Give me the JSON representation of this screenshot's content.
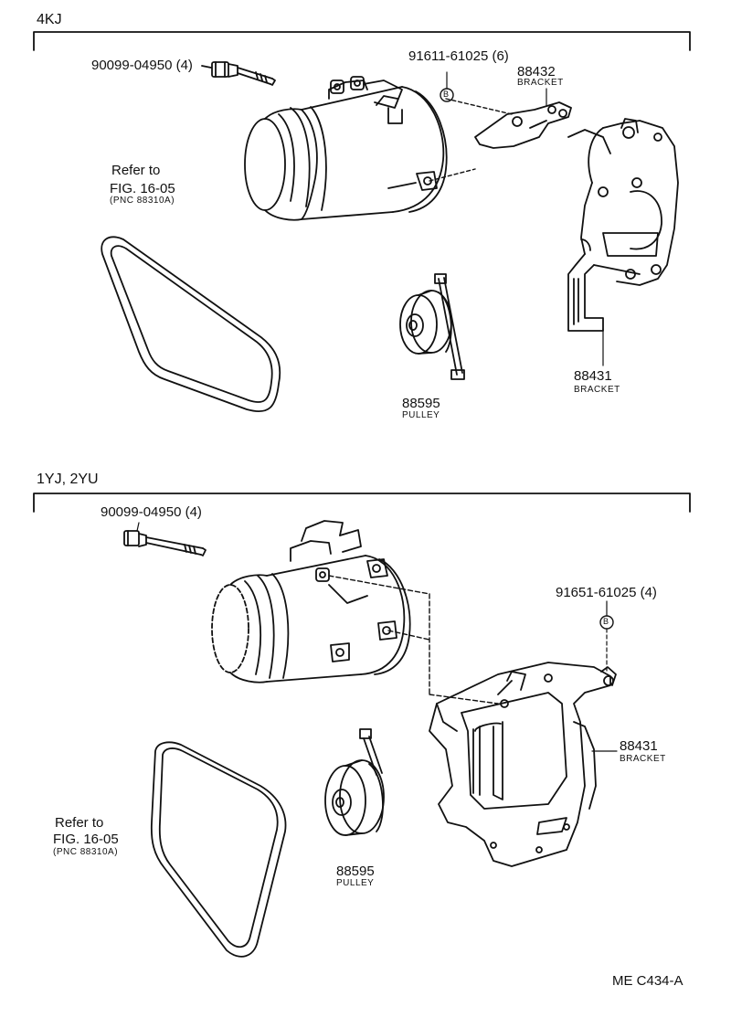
{
  "sections": [
    {
      "id": "top",
      "title": "4KJ",
      "callouts": {
        "bolt": "90099-04950 (4)",
        "bolt_b": "91611-61025 (6)",
        "bracket_upper_pn": "88432",
        "bracket_upper_name": "BRACKET",
        "bracket_main_pn": "88431",
        "bracket_main_name": "BRACKET",
        "pulley_pn": "88595",
        "pulley_name": "PULLEY",
        "belt_ref_1": "Refer to",
        "belt_ref_2": "FIG. 16-05",
        "belt_ref_3": "(PNC 88310A)"
      }
    },
    {
      "id": "bottom",
      "title": "1YJ, 2YU",
      "callouts": {
        "bolt": "90099-04950 (4)",
        "bolt_b": "91651-61025 (4)",
        "bracket_main_pn": "88431",
        "bracket_main_name": "BRACKET",
        "pulley_pn": "88595",
        "pulley_name": "PULLEY",
        "belt_ref_1": "Refer to",
        "belt_ref_2": "FIG. 16-05",
        "belt_ref_3": "(PNC 88310A)"
      }
    }
  ],
  "b_marker": "B",
  "figure_code": "ME  C434-A"
}
